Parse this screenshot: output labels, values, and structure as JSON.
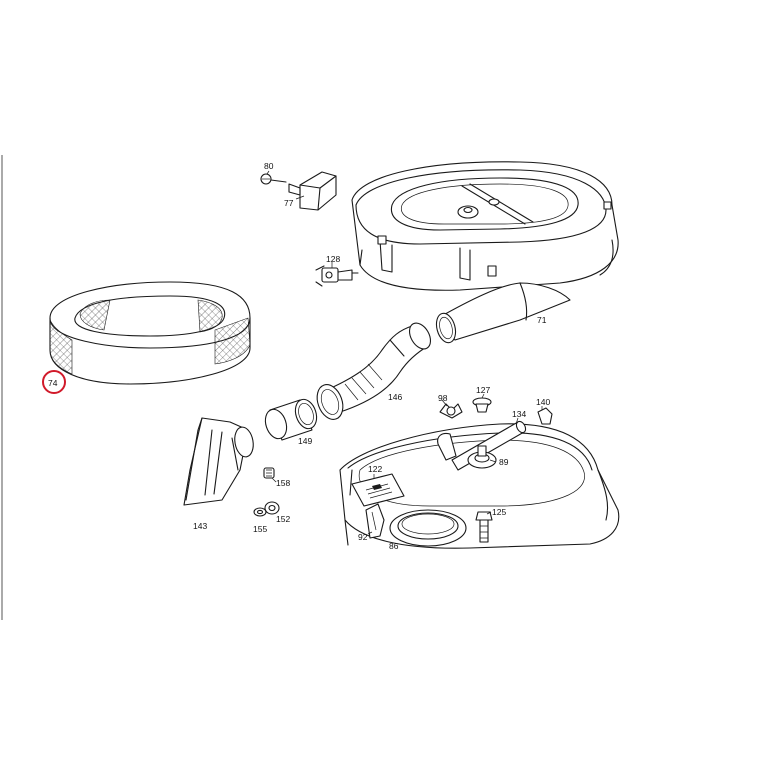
{
  "callouts": {
    "p80": "80",
    "p77": "77",
    "p128": "128",
    "p71": "71",
    "p74": "74",
    "p146": "146",
    "p98": "98",
    "p127": "127",
    "p134": "134",
    "p140": "140",
    "p149": "149",
    "p89": "89",
    "p122": "122",
    "p158": "158",
    "p143": "143",
    "p152": "152",
    "p155": "155",
    "p125": "125",
    "p92": "92",
    "p86": "86"
  },
  "highlight": {
    "part": "74",
    "color": "#d11a2a"
  }
}
